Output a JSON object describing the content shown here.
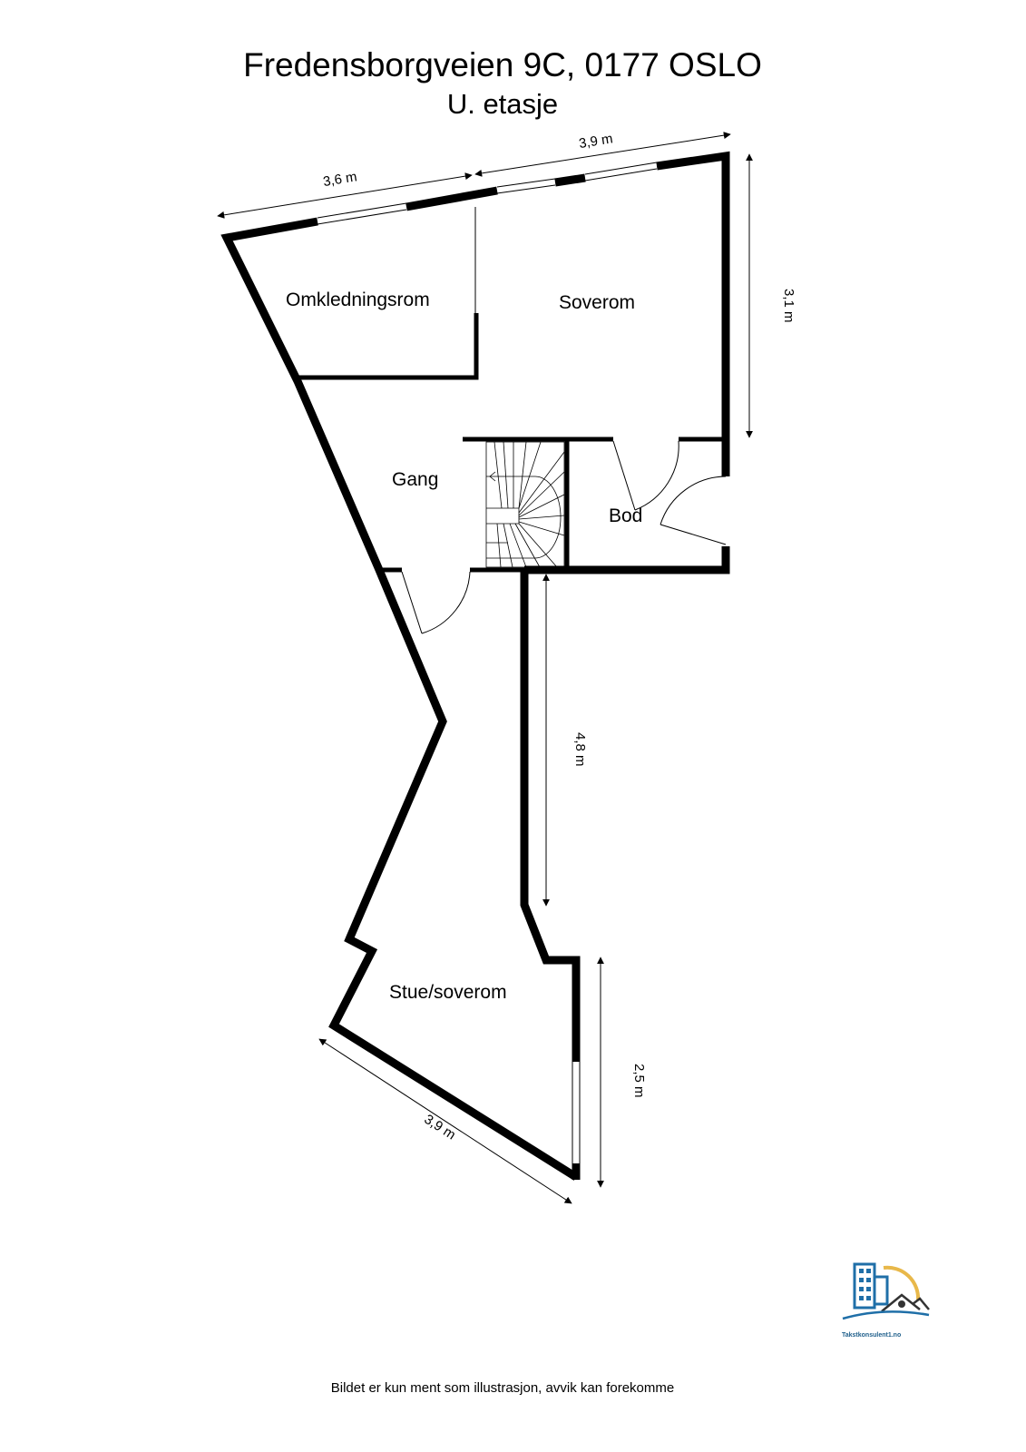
{
  "header": {
    "title": "Fredensborgveien 9C, 0177 OSLO",
    "subtitle": "U. etasje"
  },
  "rooms": {
    "omkledningsrom": "Omkledningsrom",
    "soverom": "Soverom",
    "gang": "Gang",
    "bod": "Bod",
    "stue_soverom": "Stue/soverom"
  },
  "dimensions": {
    "top_left": "3,6 m",
    "top_right": "3,9 m",
    "right_upper": "3,1 m",
    "middle": "4,8 m",
    "right_lower": "2,5 m",
    "bottom": "3,9 m"
  },
  "logo": {
    "text": "Takstkonsulent1.no",
    "colors": {
      "building": "#1f6fa8",
      "sun": "#e8b84a",
      "roof": "#333333",
      "wave": "#1f6fa8"
    }
  },
  "footer": {
    "disclaimer": "Bildet er kun ment som illustrasjon, avvik kan forekomme"
  },
  "colors": {
    "wall": "#000000",
    "background": "#ffffff"
  }
}
